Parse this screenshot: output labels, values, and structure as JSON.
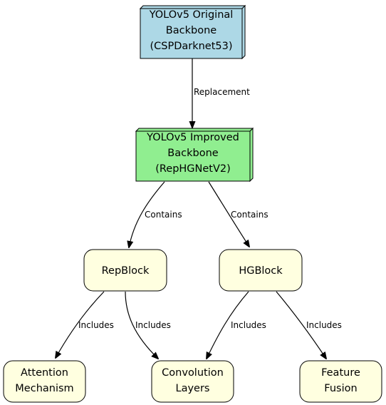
{
  "nodes": {
    "original_backbone": {
      "lines": [
        "YOLOv5 Original",
        "Backbone",
        "(CSPDarknet53)"
      ],
      "fill": "#add8e6"
    },
    "improved_backbone": {
      "lines": [
        "YOLOv5 Improved",
        "Backbone",
        "(RepHGNetV2)"
      ],
      "fill": "#90ee90"
    },
    "repblock": {
      "lines": [
        "RepBlock"
      ],
      "fill": "#ffffe0"
    },
    "hgblock": {
      "lines": [
        "HGBlock"
      ],
      "fill": "#ffffe0"
    },
    "attention": {
      "lines": [
        "Attention",
        "Mechanism"
      ],
      "fill": "#ffffe0"
    },
    "convolution": {
      "lines": [
        "Convolution",
        "Layers"
      ],
      "fill": "#ffffe0"
    },
    "fusion": {
      "lines": [
        "Feature",
        "Fusion"
      ],
      "fill": "#ffffe0"
    }
  },
  "edges": {
    "replacement": "Replacement",
    "contains_rep": "Contains",
    "contains_hg": "Contains",
    "includes_rep_attention": "Includes",
    "includes_rep_conv": "Includes",
    "includes_hg_conv": "Includes",
    "includes_hg_fusion": "Includes"
  }
}
